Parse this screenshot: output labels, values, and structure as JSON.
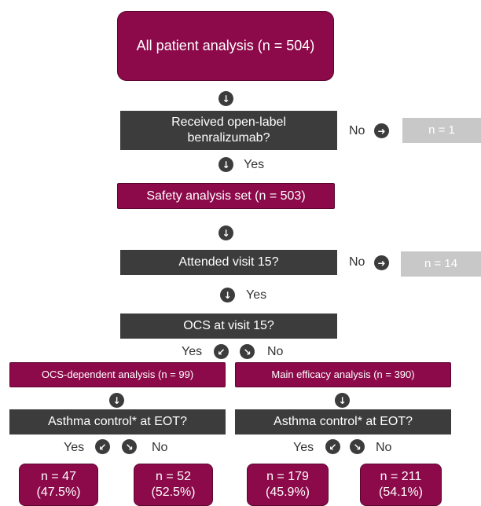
{
  "nodes": {
    "all_patients": "All patient analysis (n = 504)",
    "received_q_line1": "Received open-label",
    "received_q_line2": "benralizumab?",
    "excluded_1": "n = 1",
    "safety_set": "Safety analysis set (n = 503)",
    "visit15_q": "Attended visit 15?",
    "excluded_14": "n = 14",
    "ocs_q": "OCS at visit 15?",
    "ocs_dependent": "OCS-dependent analysis (n = 99)",
    "main_efficacy": "Main efficacy analysis (n = 390)",
    "asthma_q": "Asthma control* at EOT?"
  },
  "labels": {
    "yes": "Yes",
    "no": "No"
  },
  "outcomes": [
    {
      "n": "n = 47",
      "pct": "(47.5%)"
    },
    {
      "n": "n = 52",
      "pct": "(52.5%)"
    },
    {
      "n": "n = 179",
      "pct": "(45.9%)"
    },
    {
      "n": "n = 211",
      "pct": "(54.1%)"
    }
  ],
  "icons": {
    "down": "↓",
    "right": "➜",
    "down_left": "↙",
    "down_right": "↘"
  },
  "colors": {
    "maroon": "#8c0a4a",
    "dark": "#3c3c3c",
    "grey": "#c8c8c8"
  }
}
